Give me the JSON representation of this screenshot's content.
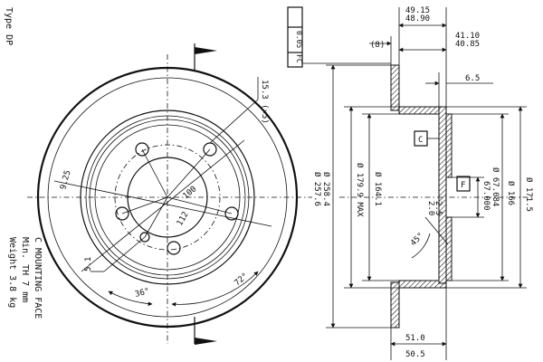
{
  "side_title": "Type DP",
  "notes": {
    "mounting_face": "C MOUNTING FACE",
    "min_th": "Min. TH   7   mm",
    "weight": "Weight  3.8  kg"
  },
  "front_view": {
    "pcd": "100",
    "center_bore": "112",
    "bolt_hole_dia": "15.3 (×5)",
    "small_hole": "5.1",
    "hole_marker": "9.25",
    "angle_36": "36°",
    "angle_72": "72°"
  },
  "section_view": {
    "total_height_outer": "49.15",
    "total_height_inner": "48.90",
    "hat_height_outer": "41.10",
    "hat_height_inner": "40.85",
    "ref_8": "(8)",
    "thickness_6_5": "6.5",
    "dia_258_4": "Ø 258.4",
    "dia_257_6": "Ø 257.6",
    "dia_179_9": "Ø 179.9 MAX",
    "dia_164_1": "Ø 164.1",
    "dia_67_084": "Ø 67.084",
    "dia_67_000": "67.000",
    "dia_166": "Ø 166",
    "dia_171_5": "Ø 171.5",
    "chamfer_2_5": "2.5",
    "chamfer_2_0": "2.0",
    "angle_45": "45°",
    "width_51_0": "51.0",
    "width_50_5": "50.5",
    "label_c": "C",
    "label_f": "F",
    "tolerance_box_flat": "0.05",
    "tolerance_box_ref": "FC"
  }
}
